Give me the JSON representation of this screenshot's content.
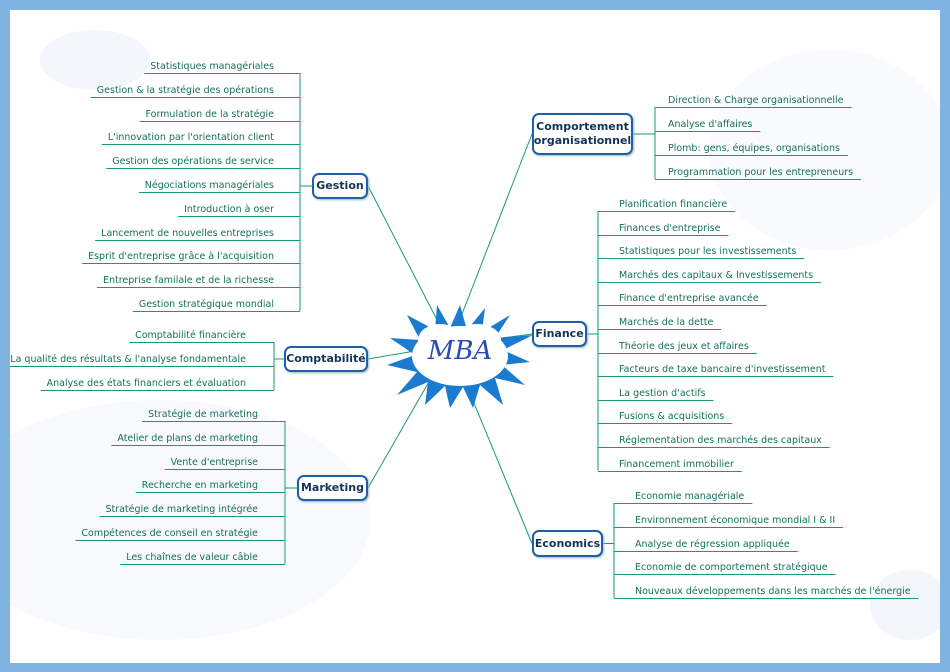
{
  "center": {
    "label": "MBA"
  },
  "colors": {
    "frame": "#7fb4e0",
    "box_border": "#1f5fa8",
    "line": "#1a9a6c",
    "burst": "#1b7bd0"
  },
  "branches": [
    {
      "id": "gestion",
      "label": "Gestion",
      "items": [
        "Statistiques managériales",
        "Gestion & la stratégie des opérations",
        "Formulation de la stratégie",
        "L'innovation par l'orientation client",
        "Gestion des opérations de service",
        "Négociations managériales",
        "Introduction à oser",
        "Lancement de nouvelles entreprises",
        "Esprit d'entreprise grâce à l'acquisition",
        "Entreprise familale et de la richesse",
        "Gestion stratégique mondial"
      ]
    },
    {
      "id": "comptabilite",
      "label": "Comptabilité",
      "items": [
        "Comptabilité financière",
        "La qualité des résultats & l'analyse fondamentale",
        "Analyse des états financiers et évaluation"
      ]
    },
    {
      "id": "marketing",
      "label": "Marketing",
      "items": [
        "Stratégie de marketing",
        "Atelier de plans de marketing",
        "Vente d'entreprise",
        "Recherche en marketing",
        "Stratégie de marketing intégrée",
        "Compétences de conseil en stratégie",
        "Les chaînes de valeur câble"
      ]
    },
    {
      "id": "comportement",
      "label": "Comportement organisationnel",
      "items": [
        "Direction & Charge organisationnelle",
        "Analyse d'affaires",
        "Plomb: gens, équipes, organisations",
        "Programmation pour les entrepreneurs"
      ]
    },
    {
      "id": "finance",
      "label": "Finance",
      "items": [
        "Planification financière",
        "Finances d'entreprise",
        "Statistiques pour les investissements",
        "Marchés des capitaux & Investissements",
        "Finance d'entreprise avancée",
        "Marchés de la dette",
        "Théorie des jeux et affaires",
        "Facteurs de taxe bancaire d'investissement",
        "La gestion d'actifs",
        "Fusions & acquisitions",
        "Réglementation des marchés des capitaux",
        "Financement immobilier"
      ]
    },
    {
      "id": "economics",
      "label": "Economics",
      "items": [
        "Economie managériale",
        "Environnement économique mondial I & II",
        "Analyse de régression appliquée",
        "Economie de comportement stratégique",
        "Nouveaux développements dans les marchés de l'énergie"
      ]
    }
  ]
}
